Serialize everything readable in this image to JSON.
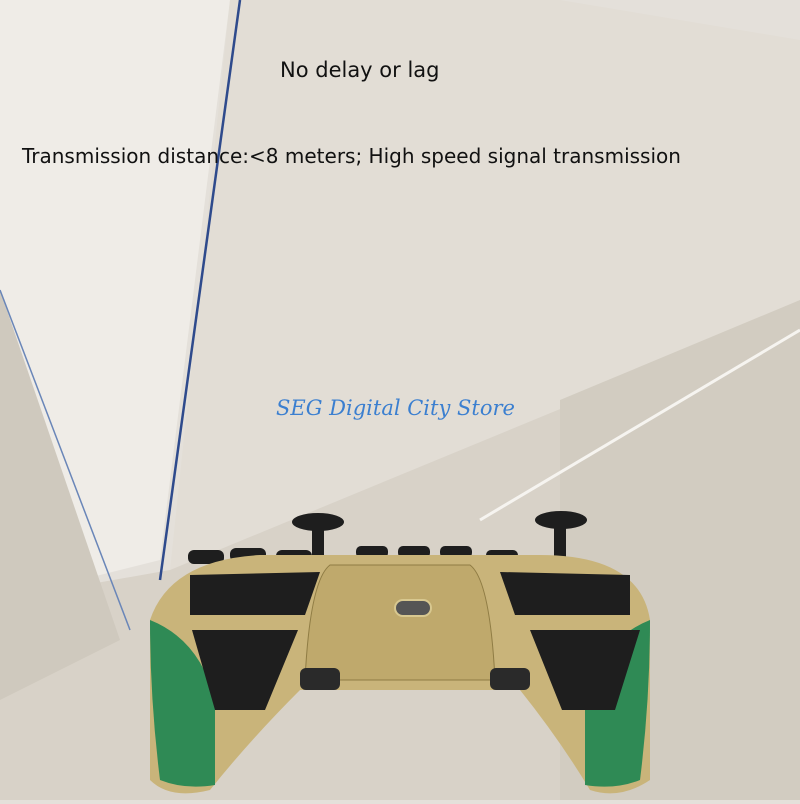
{
  "product_image": {
    "subject": "wireless game controller (rear view) in gold and green",
    "captions": {
      "line1": "No delay or lag",
      "line2": "Transmission distance:<8 meters; High speed signal transmission"
    },
    "watermark": "SEG Digital City Store",
    "colors": {
      "background": "#e4e0da",
      "wall_light": "#f0ede8",
      "wall_shadow": "#c9c3b8",
      "line_blue": "#2e4a8c",
      "gold": "#c9b47a",
      "gold_dark": "#8f7c44",
      "green": "#2f8a55",
      "black": "#1e1e1e",
      "watermark": "#3b7fd0"
    }
  }
}
